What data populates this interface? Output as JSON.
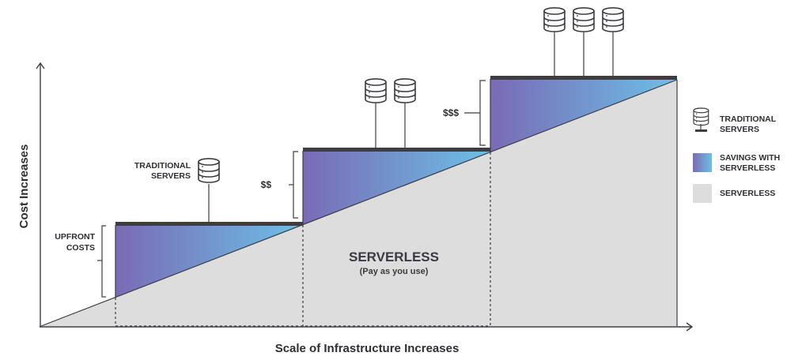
{
  "diagram": {
    "y_axis_label": "Cost Increases",
    "x_axis_label": "Scale of Infrastructure Increases",
    "upfront_costs_label": [
      "UPFRONT",
      "COSTS"
    ],
    "traditional_servers_label": [
      "TRADITIONAL",
      "SERVERS"
    ],
    "step_cost_labels": [
      "$$",
      "$$$"
    ],
    "serverless_title": "SERVERLESS",
    "serverless_subtitle": "(Pay as you use)",
    "server_counts_per_step": [
      1,
      2,
      3
    ]
  },
  "legend": {
    "items": [
      {
        "label_lines": [
          "TRADITIONAL",
          "SERVERS"
        ],
        "icon": "server-stack-icon"
      },
      {
        "label_lines": [
          "SAVINGS WITH",
          "SERVERLESS"
        ],
        "swatch": "gradient"
      },
      {
        "label_lines": [
          "SERVERLESS"
        ],
        "swatch": "#dddddd"
      }
    ]
  },
  "colors": {
    "serverless_fill": "#dddddd",
    "savings_gradient_start": "#7a6ab5",
    "savings_gradient_end": "#6cc0e6",
    "step_bar": "#3d3d42",
    "text": "#2e2e33"
  }
}
